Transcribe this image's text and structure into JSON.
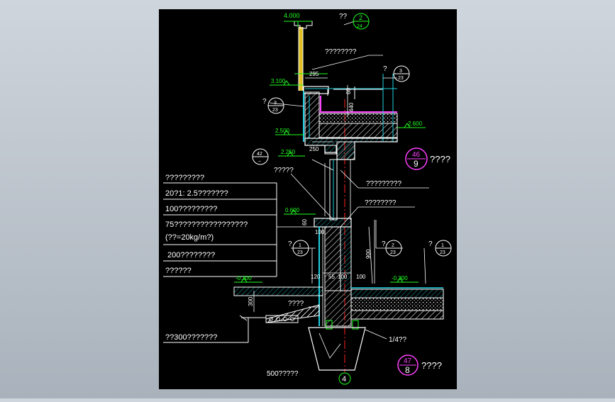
{
  "labels": {
    "elev_4000": "4.000",
    "elev_3100": "3.100",
    "elev_2600": "2.600",
    "elev_2500": "2.500",
    "elev_2250": "2.250",
    "elev_0600": "0.600",
    "elev_m0300_left": "-0.300",
    "elev_m0300_right": "-0.300",
    "dim_295": "295",
    "dim_60": "60",
    "dim_440": "440",
    "dim_250": "250",
    "dim_100_top": "100",
    "dim_900": "900",
    "dim_60_sill": "60",
    "dim_120": "120",
    "dim_55": "55",
    "dim_100_mid": "100",
    "dim_100_right": "100",
    "dim_300": "300",
    "note_top": "??",
    "note_roof": "????????",
    "note_window": "?????",
    "note_wall1": "?????????",
    "note_wall2": "????????",
    "note_dry": "????",
    "note_1_4": "1/4??",
    "note_500": "500?????",
    "note_left_top": "?",
    "note_left_mid": "?",
    "note_left_low": "?",
    "note_right_top": "?",
    "note_right_a": "?",
    "note_right_b": "?",
    "circle_2_num": "2",
    "circle_2_den": "24",
    "circle_3_num_a": "3",
    "circle_3_den_a": "23",
    "circle_3_num_b": "3",
    "circle_3_den_b": "23",
    "circle_42_num": "42",
    "circle_42_den": "–",
    "circle_1_num_a": "1",
    "circle_1_den_a": "23",
    "circle_2_num_b": "2",
    "circle_2_den_b": "23",
    "circle_1_num_b": "1",
    "circle_1_den_b": "23",
    "circle_46_num": "46",
    "circle_46_den": "9",
    "circle_46_text": "????",
    "circle_47_num": "47",
    "circle_47_den": "8",
    "circle_47_text": "????",
    "axis_4": "4",
    "layers": [
      "?????????",
      "20?1: 2.5???????",
      "100?????????",
      "75?????????????????",
      "(??=20kg/m?)",
      "200????????",
      "??????"
    ],
    "layer_bottom": "??300???????"
  }
}
